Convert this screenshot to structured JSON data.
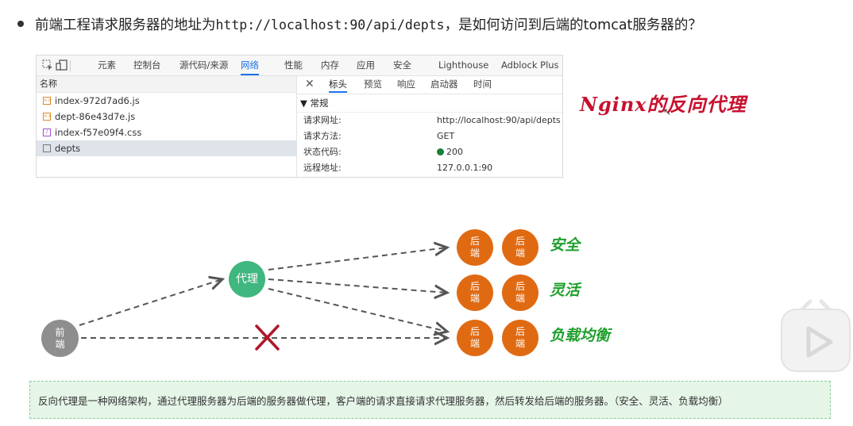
{
  "question": {
    "prefix": "前端工程请求服务器的地址为",
    "url": "http://localhost:90/api/depts",
    "suffix": "，是如何访问到后端的tomcat服务器的？"
  },
  "devtools": {
    "tabs": [
      "元素",
      "控制台",
      "源代码/来源",
      "网络",
      "性能",
      "内存",
      "应用",
      "安全",
      "Lighthouse",
      "Adblock Plus"
    ],
    "active_tab": "网络",
    "left_header": "名称",
    "files": [
      {
        "name": "index-972d7ad6.js",
        "kind": "js"
      },
      {
        "name": "dept-86e43d7e.js",
        "kind": "js"
      },
      {
        "name": "index-f57e09f4.css",
        "kind": "css"
      },
      {
        "name": "depts",
        "kind": "doc"
      }
    ],
    "right_tabs": [
      "标头",
      "预览",
      "响应",
      "启动器",
      "时间"
    ],
    "section_title": "▼ 常规",
    "general": {
      "url_label": "请求网址:",
      "url_value": "http://localhost:90/api/depts",
      "method_label": "请求方法:",
      "method_value": "GET",
      "status_label": "状态代码:",
      "status_value": "200",
      "remote_label": "远程地址:",
      "remote_value": "127.0.0.1:90"
    }
  },
  "annotation": "Nginx的反向代理",
  "diagram": {
    "front": "前\n端",
    "proxy": "代理",
    "backend": "后\n端",
    "benefits": [
      "安全",
      "灵活",
      "负载均衡"
    ]
  },
  "note": "反向代理是一种网络架构，通过代理服务器为后端的服务器做代理，客户端的请求直接请求代理服务器，然后转发给后端的服务器。（安全、灵活、负载均衡）",
  "colors": {
    "front": "#8e8e8e",
    "proxy": "#3fb77f",
    "backend": "#e06a12",
    "benefit": "#1e9f2c",
    "annotation": "#c8102e",
    "cross": "#b0172a"
  }
}
